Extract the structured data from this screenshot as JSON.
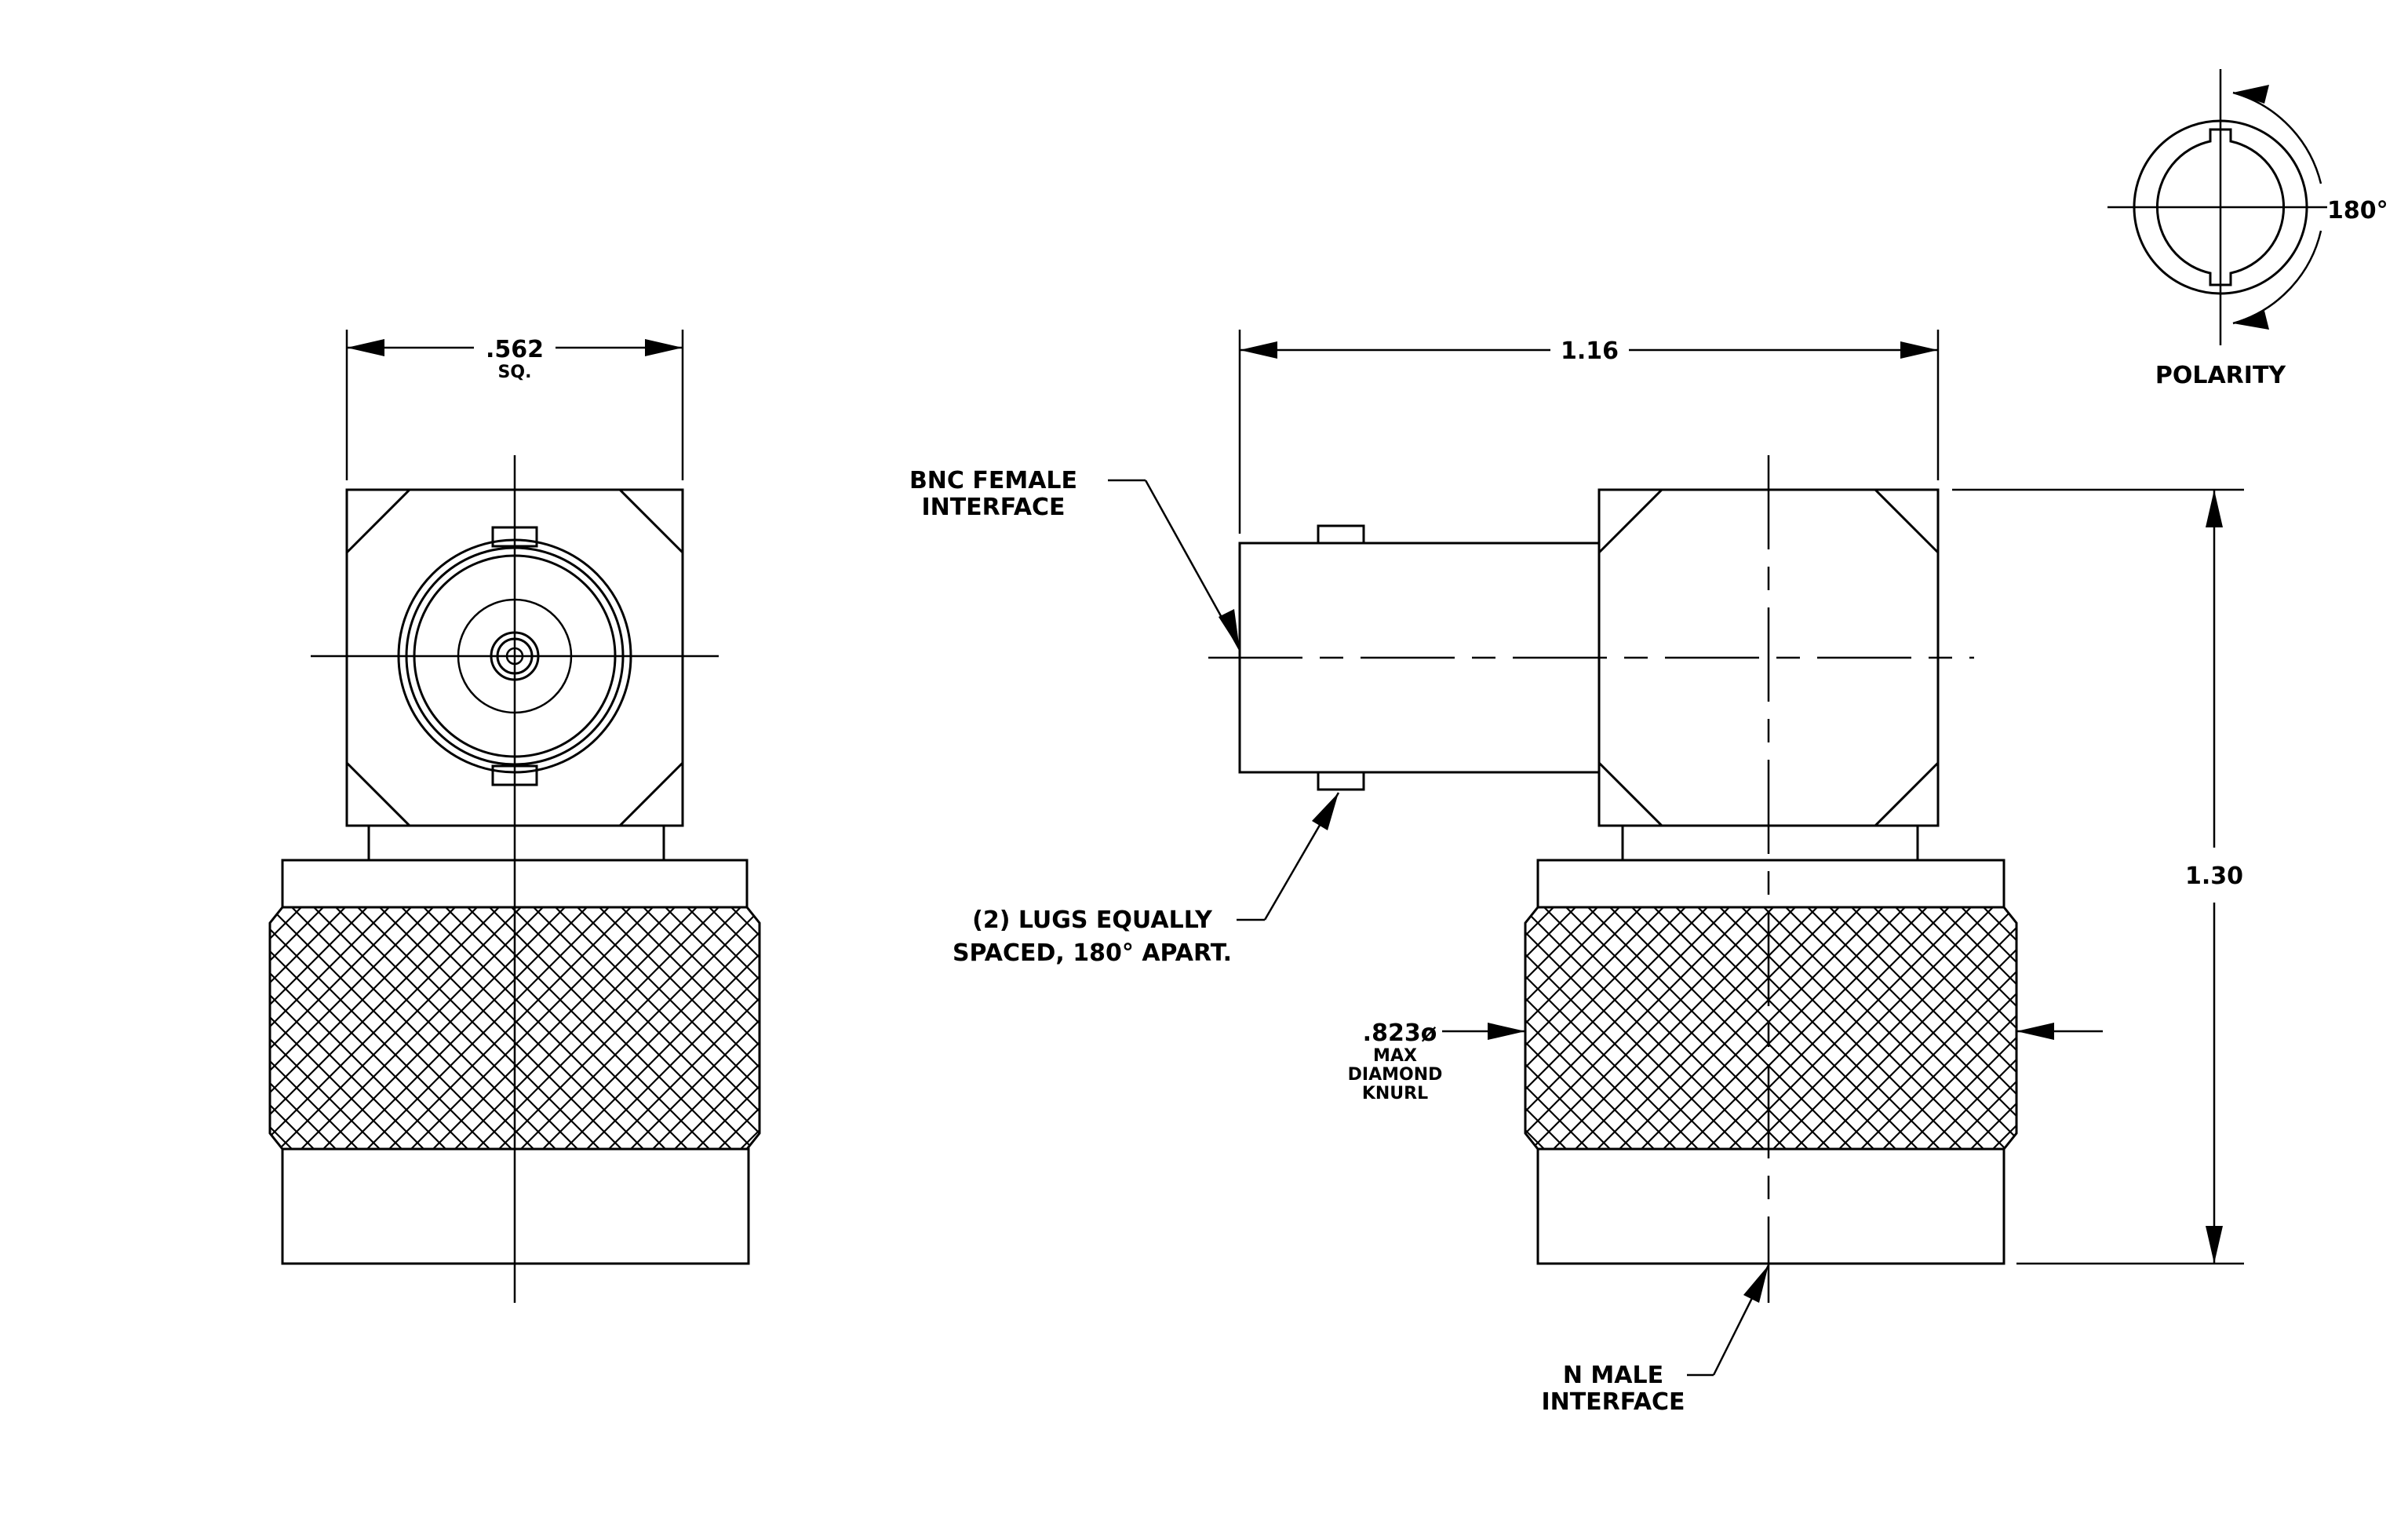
{
  "labels": {
    "front_width_value": ".562",
    "front_width_note": "SQ.",
    "side_length_value": "1.16",
    "height_value": "1.30",
    "knurl_dia_value": ".823ø",
    "knurl_note_1": "MAX",
    "knurl_note_2": "DIAMOND",
    "knurl_note_3": "KNURL",
    "bnc_line1": "BNC  FEMALE",
    "bnc_line2": "INTERFACE",
    "lugs_line1": "(2)  LUGS  EQUALLY",
    "lugs_line2": "SPACED,  180°  APART.",
    "nmale_line1": "N  MALE",
    "nmale_line2": "INTERFACE",
    "polarity_angle": "180°",
    "polarity_label": "POLARITY"
  },
  "colors": {
    "line": "#000000",
    "background": "#ffffff"
  }
}
